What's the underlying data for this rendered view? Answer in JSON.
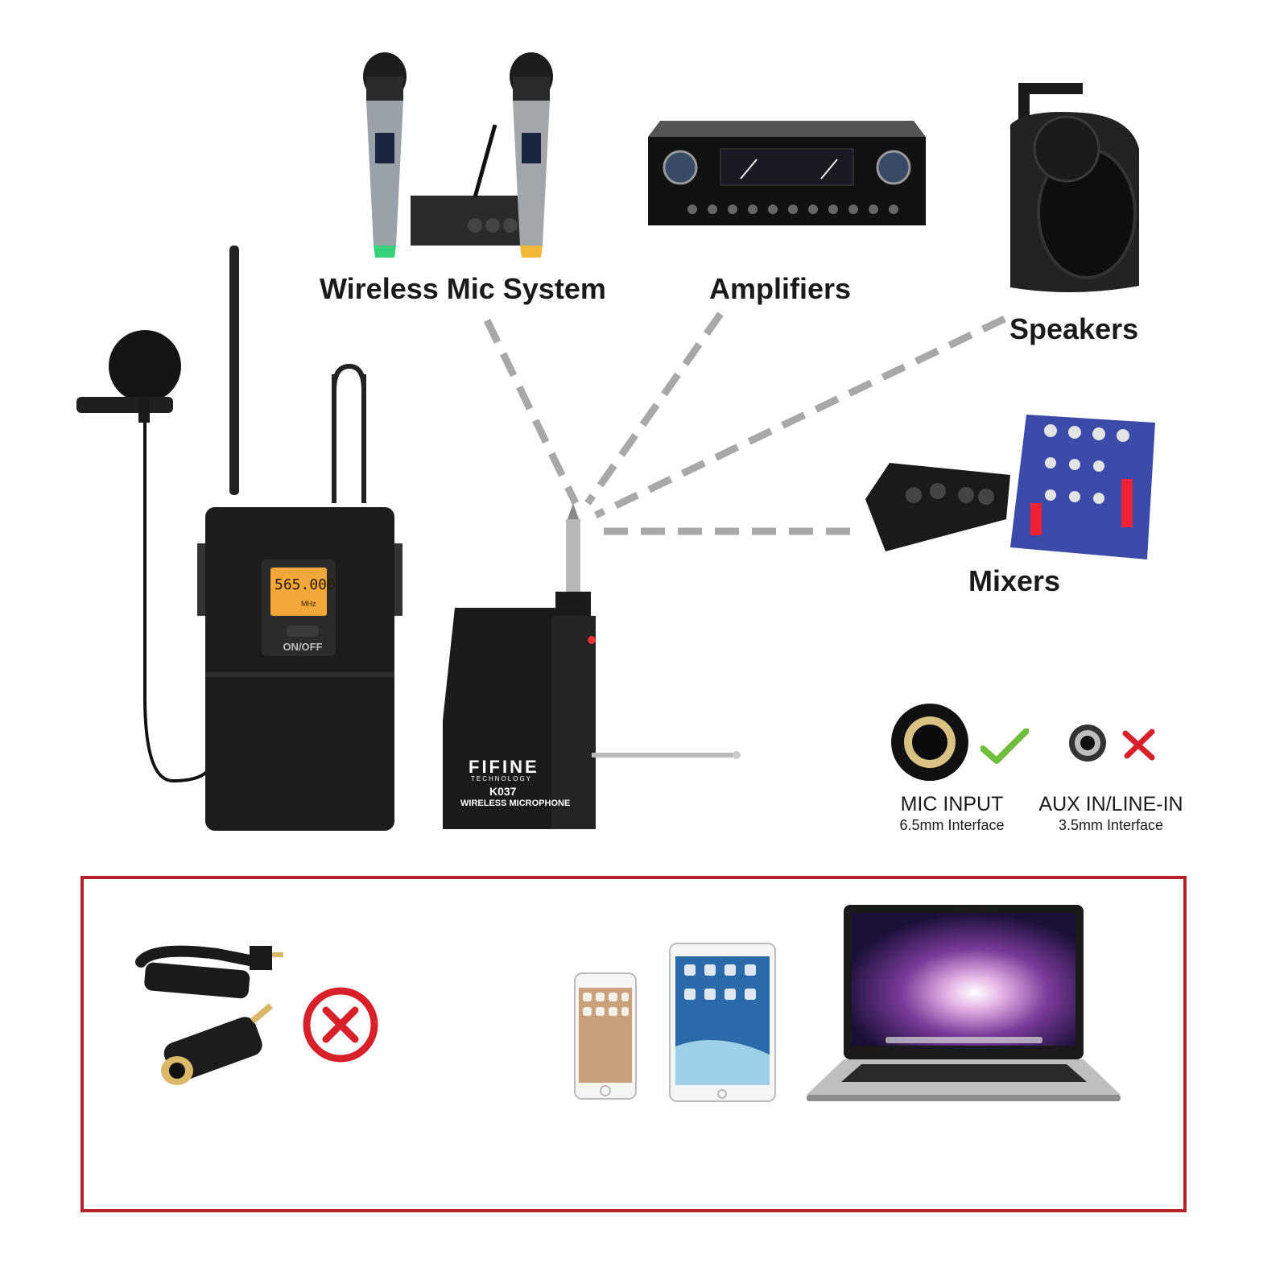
{
  "labels": {
    "wireless_mic_system": "Wireless Mic System",
    "amplifiers": "Amplifiers",
    "speakers": "Speakers",
    "mixers": "Mixers"
  },
  "bodypack": {
    "lcd_frequency": "565.000",
    "lcd_unit": "MHz",
    "power_label": "ON/OFF"
  },
  "receiver": {
    "brand": "FIFINE",
    "brand_sub": "TECHNOLOGY",
    "model": "K037",
    "product": "WIRELESS MICROPHONE"
  },
  "interfaces": {
    "mic_input": {
      "title": "MIC INPUT",
      "subtitle": "6.5mm Interface",
      "status": "supported"
    },
    "aux_in": {
      "title": "AUX IN/LINE-IN",
      "subtitle": "3.5mm Interface",
      "status": "not-supported"
    }
  },
  "colors": {
    "dash_line": "#a8a8a8",
    "check": "#6fbf3a",
    "cross": "#d8202a",
    "frame": "#b5232a",
    "lcd": "#f4a83a"
  },
  "icons": {
    "check": "check-icon",
    "cross": "cross-icon",
    "prohibited": "prohibited-icon"
  }
}
